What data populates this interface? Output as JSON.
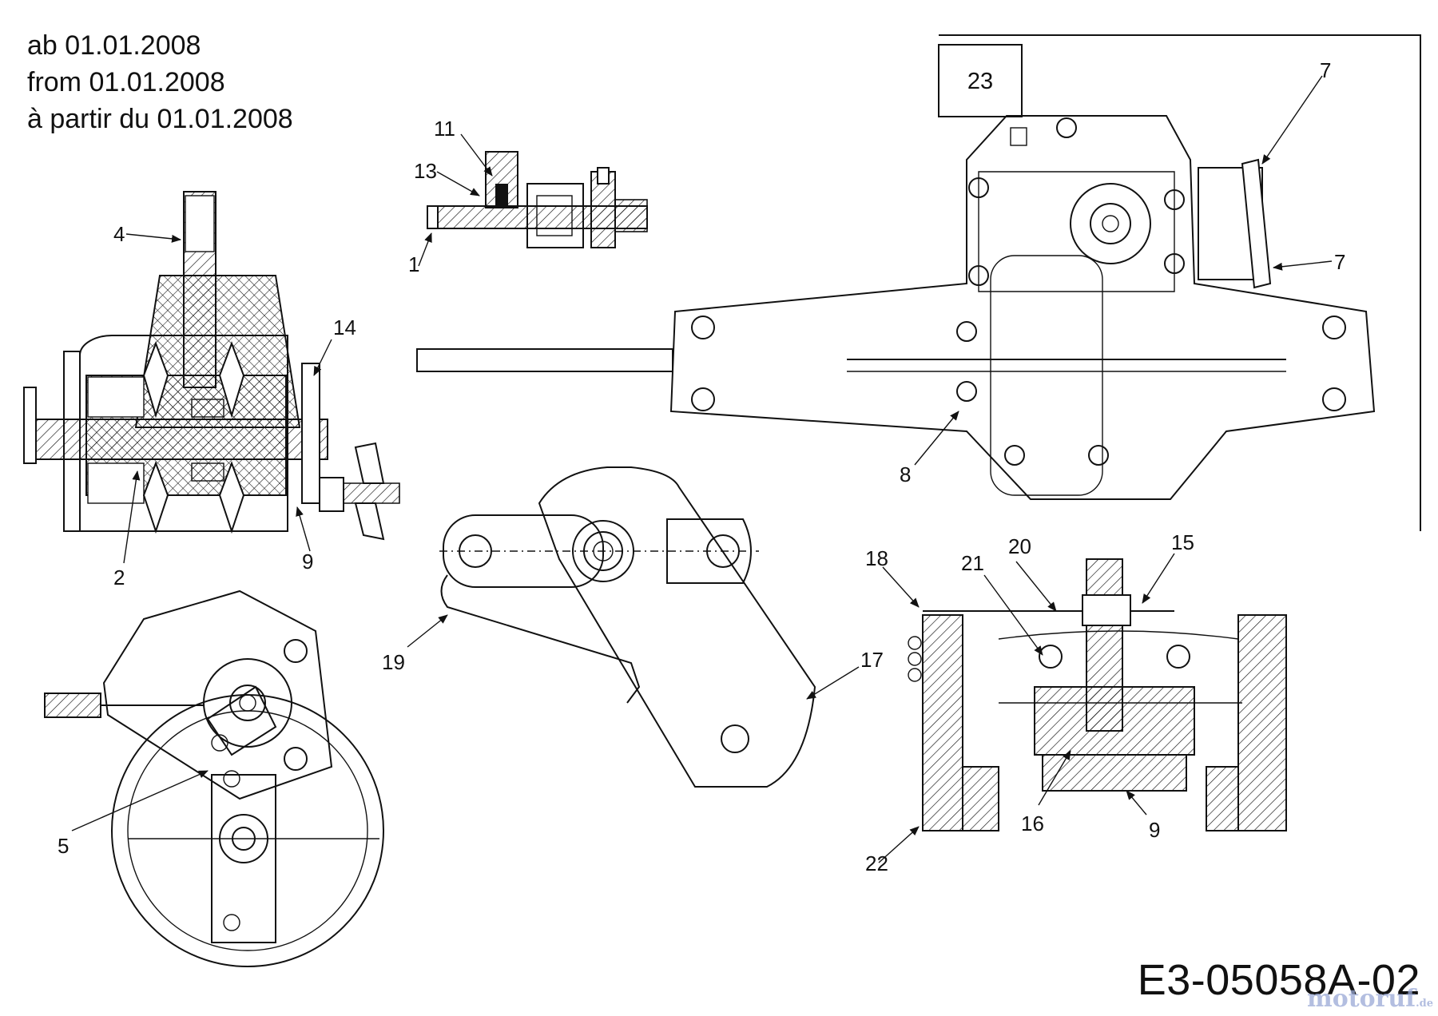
{
  "header": {
    "validity_de": "ab 01.01.2008",
    "validity_en": "from 01.01.2008",
    "validity_fr": "à partir du 01.01.2008"
  },
  "reference_box": {
    "label": "23"
  },
  "callouts": {
    "c1": "1",
    "c2": "2",
    "c4": "4",
    "c5": "5",
    "c7a": "7",
    "c7b": "7",
    "c8": "8",
    "c9a": "9",
    "c9b": "9",
    "c11": "11",
    "c13": "13",
    "c14": "14",
    "c15": "15",
    "c16": "16",
    "c17": "17",
    "c18": "18",
    "c19": "19",
    "c20": "20",
    "c21": "21",
    "c22": "22"
  },
  "footer": {
    "drawing_id": "E3-05058A-02",
    "watermark_main": "motoruf",
    "watermark_suffix": ".de"
  },
  "colors": {
    "line": "#111111",
    "background": "#ffffff",
    "watermark": "#9aa9d6"
  }
}
